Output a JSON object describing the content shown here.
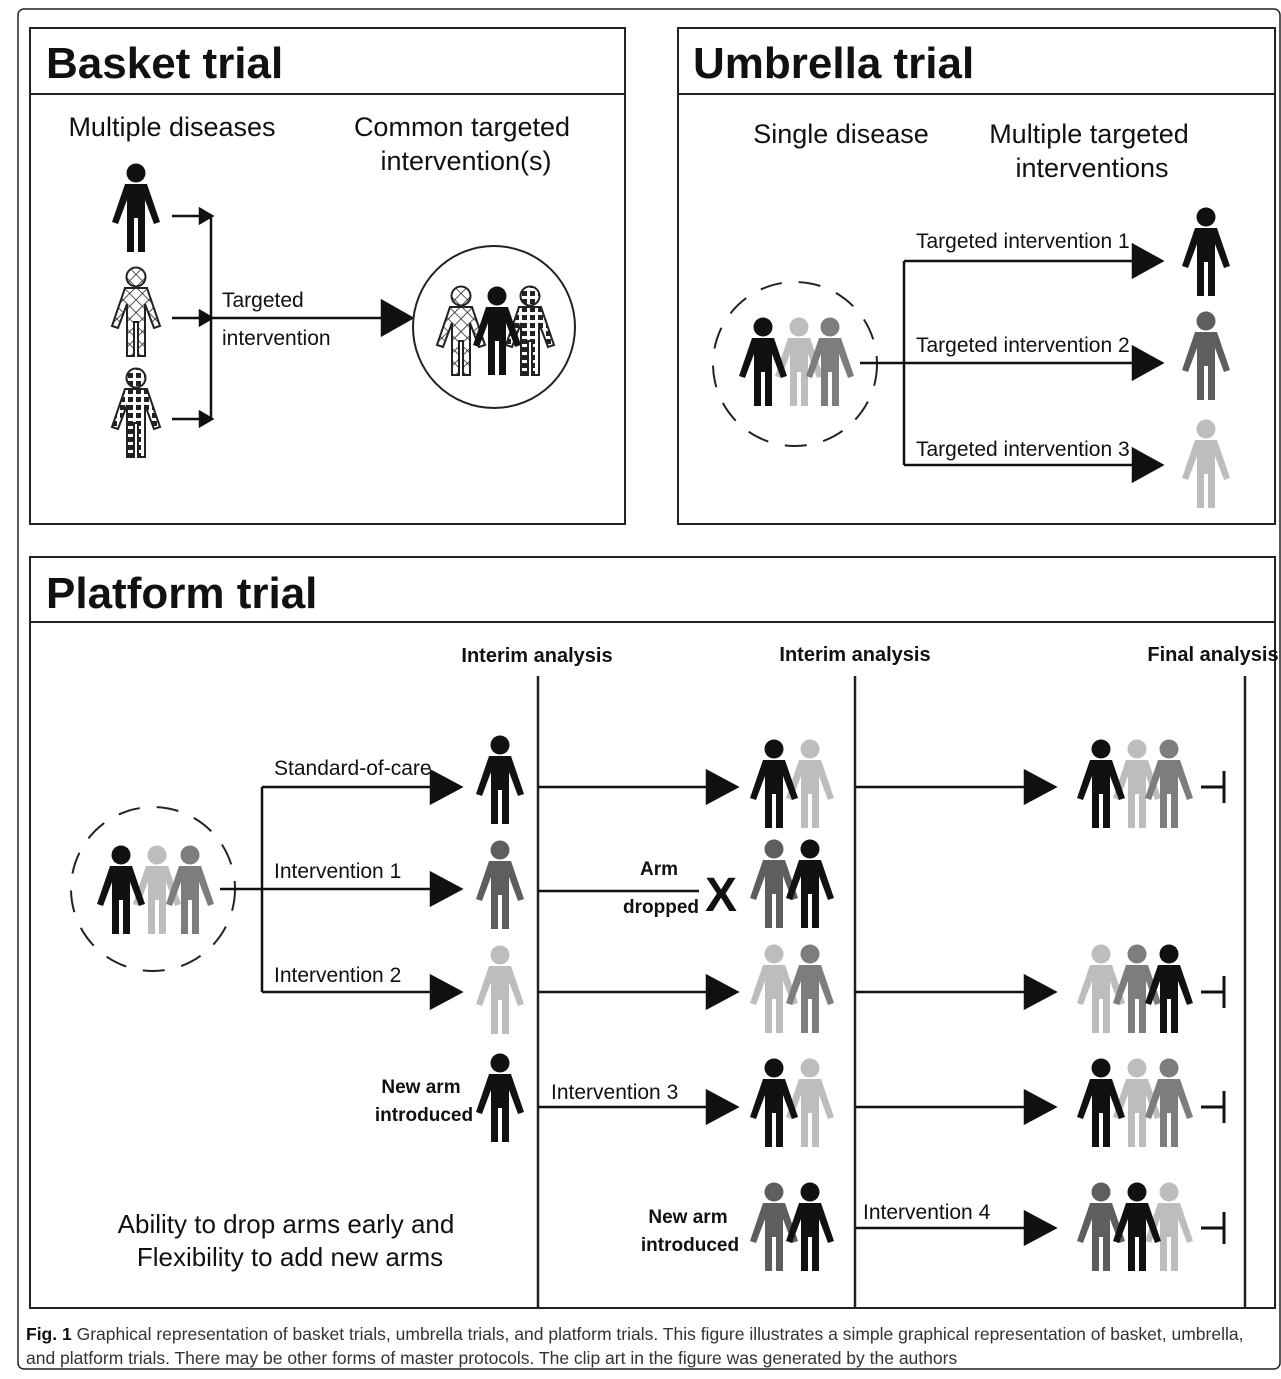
{
  "basket": {
    "title": "Basket trial",
    "col1": "Multiple diseases",
    "col2a": "Common targeted",
    "col2b": "intervention(s)",
    "arrow_label_1": "Targeted",
    "arrow_label_2": "intervention"
  },
  "umbrella": {
    "title": "Umbrella trial",
    "col1": "Single disease",
    "col2a": "Multiple targeted",
    "col2b": "interventions",
    "arms": [
      "Targeted intervention 1",
      "Targeted intervention 2",
      "Targeted intervention 3"
    ]
  },
  "platform": {
    "title": "Platform trial",
    "stage_headers": [
      "Interim analysis",
      "Interim analysis",
      "Final analysis"
    ],
    "arms": [
      "Standard-of-care",
      "Intervention 1",
      "Intervention 2"
    ],
    "new_arm_1": "New arm",
    "new_arm_2": "introduced",
    "intervention3": "Intervention 3",
    "intervention4": "Intervention 4",
    "arm_dropped_1": "Arm",
    "arm_dropped_2": "dropped",
    "drop_mark": "X",
    "note_1": "Ability to drop arms early and",
    "note_2": "Flexibility to add new arms"
  },
  "caption": {
    "label": "Fig. 1",
    "text": "Graphical representation of basket trials, umbrella trials, and platform trials. This figure illustrates a simple graphical representation of basket, umbrella, and platform trials. There may be other forms of master protocols. The clip art in the figure was generated by the authors"
  },
  "colors": {
    "black": "#111111",
    "dark_gray": "#5e5e5e",
    "mid_gray": "#7d7d7d",
    "light_gray": "#bdbdbd"
  }
}
